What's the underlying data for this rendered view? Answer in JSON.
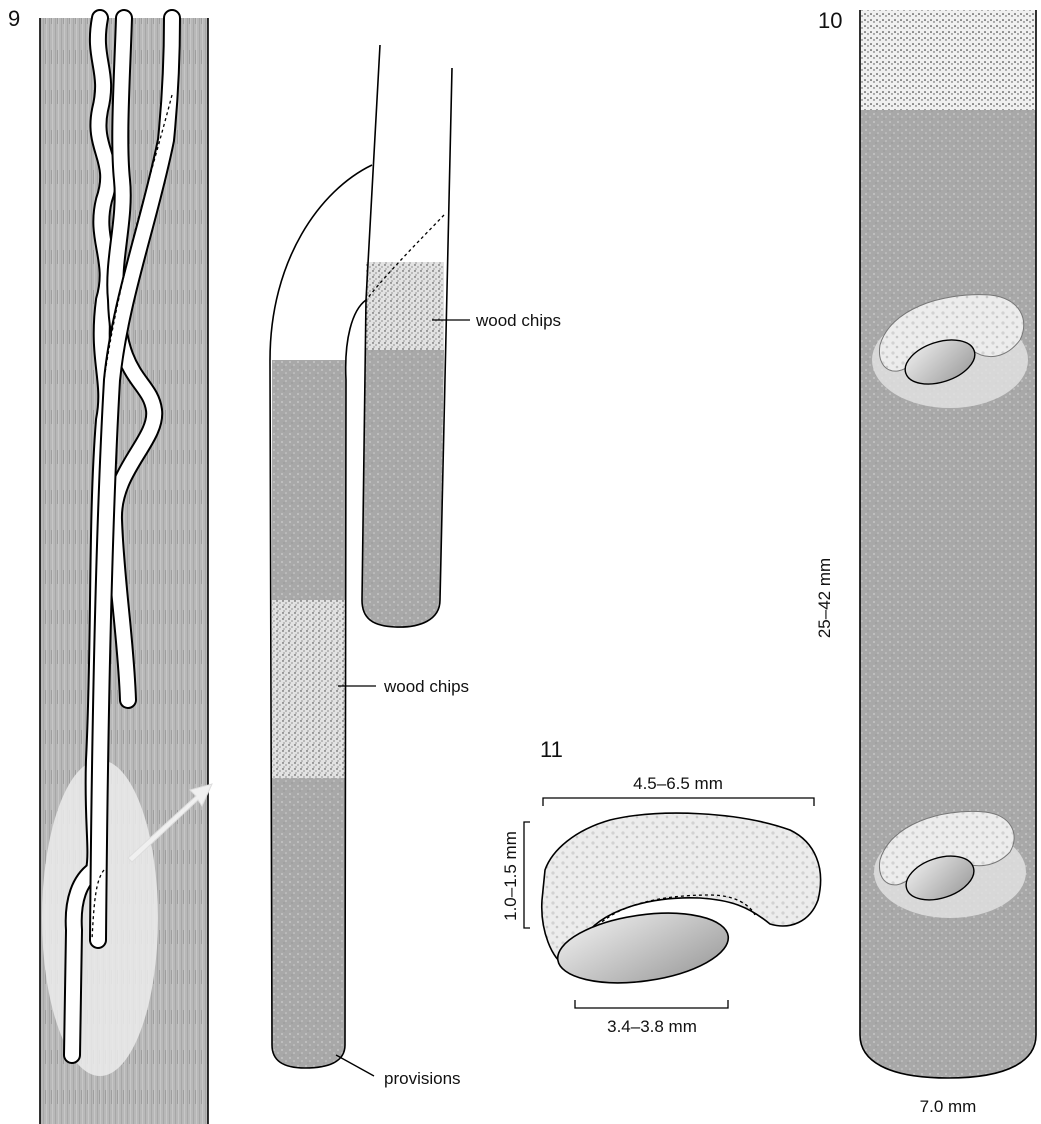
{
  "figures": {
    "fig9": {
      "number": "9"
    },
    "fig10": {
      "number": "10"
    },
    "fig11": {
      "number": "11"
    }
  },
  "labels": {
    "wood_chips_upper": "wood chips",
    "wood_chips_lower": "wood chips",
    "provisions": "provisions"
  },
  "measurements": {
    "depth": "25–42 mm",
    "diameter": "7.0 mm",
    "length": "4.5–6.5 mm",
    "height": "1.0–1.5 mm",
    "width": "3.4–3.8 mm"
  },
  "colors": {
    "wood_background": "#b9b9b9",
    "soil_fill": "#a9a9a9",
    "chips_fill": "#d7d7d7",
    "highlight_ellipse": "#e9e9e9",
    "outline": "#000000"
  }
}
